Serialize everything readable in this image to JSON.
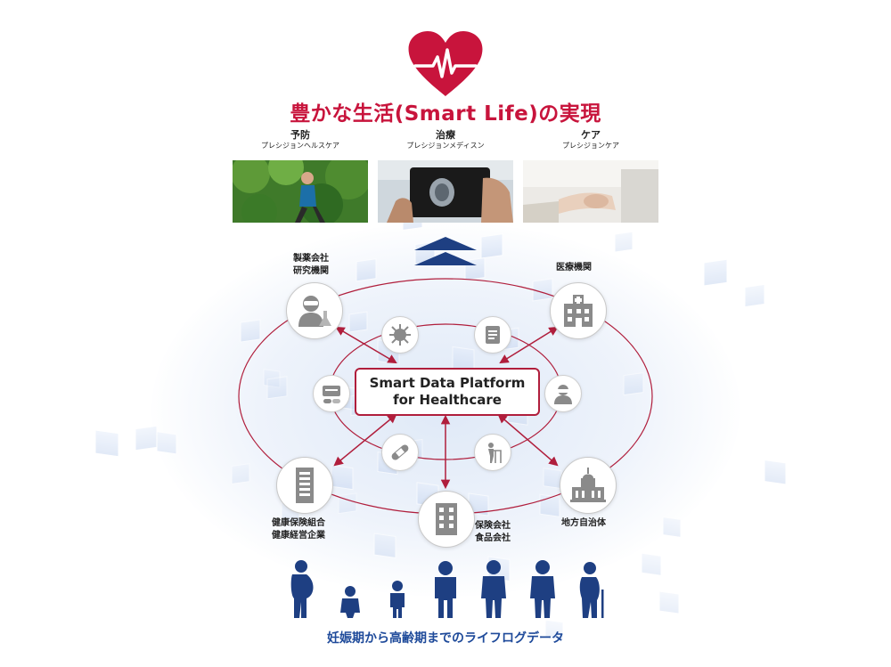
{
  "header": {
    "title": "豊かな生活(Smart Life)の実現"
  },
  "pillars": [
    {
      "title": "予防",
      "subtitle": "プレシジョンヘルスケア"
    },
    {
      "title": "治療",
      "subtitle": "プレシジョンメディスン"
    },
    {
      "title": "ケア",
      "subtitle": "プレシジョンケア"
    }
  ],
  "platform": {
    "line1": "Smart Data Platform",
    "line2": "for Healthcare"
  },
  "stakeholders": {
    "pharma": "製薬会社\n研究機関",
    "medical": "医療機関",
    "health_insurance": "健康保険組合\n健康経営企業",
    "insurance_food": "保険会社\n食品会社",
    "local_gov": "地方自治体"
  },
  "icons": {
    "heart": "heartbeat-icon",
    "pharma": "researcher-icon",
    "medical": "hospital-icon",
    "health_insurance": "office-building-icon",
    "insurance_food": "building-icon",
    "local_gov": "city-hall-icon",
    "virus": "virus-icon",
    "document": "document-icon",
    "chat": "chat-pill-icon",
    "doctor": "doctor-icon",
    "bandage": "bandage-icon",
    "caregiver": "walking-aid-icon"
  },
  "caption": "妊娠期から高齢期までのライフログデータ",
  "colors": {
    "accent_red": "#c8143c",
    "ring_red": "#b01e3c",
    "navy": "#1e3f82",
    "gray_icon": "#8a8a8a"
  }
}
